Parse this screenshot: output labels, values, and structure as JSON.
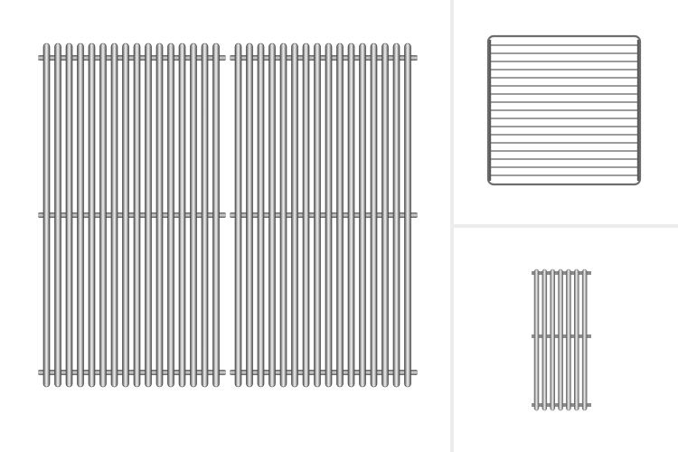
{
  "gallery": {
    "background": "#ffffff",
    "divider_color": "#ececec",
    "images": [
      {
        "name": "cooking-grate-pair",
        "grate_count": 2,
        "bars_per_grate": 16,
        "colors": {
          "highlight": "#f4f4f4",
          "midtone": "#a8a8a8",
          "shadow": "#4f4f4f"
        }
      },
      {
        "name": "warming-rack",
        "wire_count": 17,
        "colors": {
          "wire": "#7a7a7a"
        }
      },
      {
        "name": "narrow-grate",
        "bar_count": 7,
        "colors": {
          "highlight": "#f2f2f2",
          "midtone": "#b3b3b3",
          "shadow": "#6a6a6a"
        }
      }
    ]
  }
}
